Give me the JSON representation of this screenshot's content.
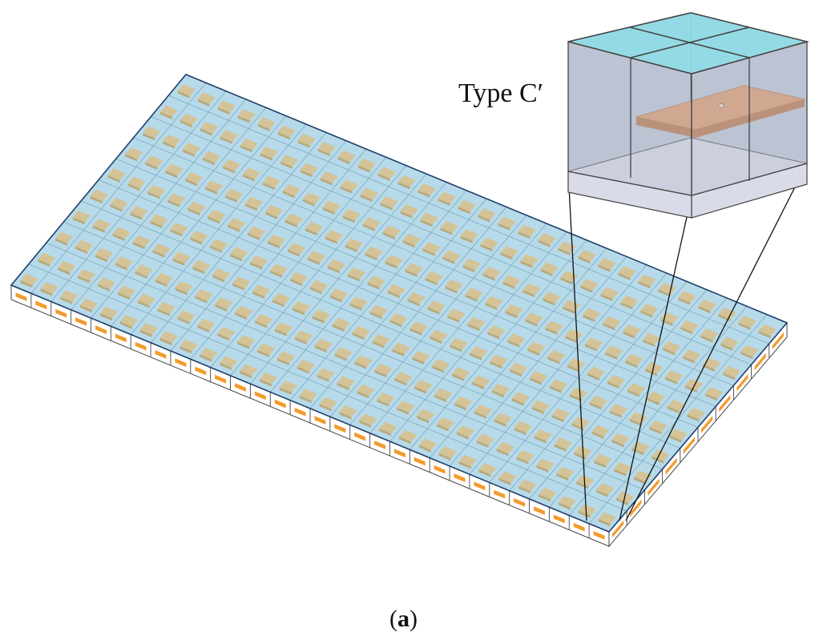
{
  "figure": {
    "inset_label": "Type C′",
    "caption_open": "(",
    "caption_letter": "a",
    "caption_close": ")"
  },
  "colors": {
    "array_top_fill": "#a9d3e6",
    "array_edge": "#1f3f6a",
    "cell_grid_line": "#7fa9be",
    "plate_fill": "#d7c08e",
    "plate_side": "#b89d63",
    "base_frame_line": "#444444",
    "base_plate_orange": "#f39b2b",
    "inset_top_fill": "#8fdde6",
    "inset_wall_fill": "#bcc3d2",
    "inset_base_fill": "#d9dbe8",
    "inset_plate_top": "#e0935c",
    "inset_plate_side": "#b86b33",
    "callout_line": "#111111"
  },
  "array": {
    "columns": 30,
    "rows": 10
  }
}
